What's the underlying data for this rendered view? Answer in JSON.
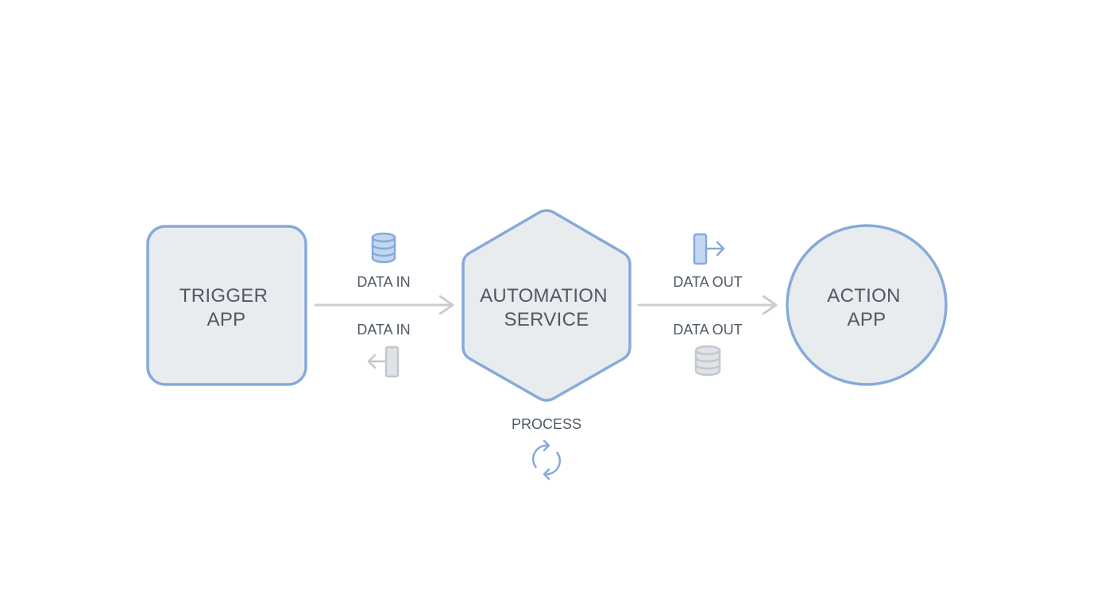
{
  "colors": {
    "node_fill": "#e9ecef",
    "node_stroke": "#85aadb",
    "text": "#4f5864",
    "arrow": "#c9cdd2",
    "icon_blue_fill": "#c4d7f1",
    "icon_blue_stroke": "#85aadb",
    "icon_gray_fill": "#dfe2e6",
    "icon_gray_stroke": "#c3c8ce"
  },
  "nodes": {
    "trigger": {
      "shape": "rounded-square",
      "line1": "TRIGGER",
      "line2": "APP"
    },
    "automation": {
      "shape": "hexagon",
      "line1": "AUTOMATION",
      "line2": "SERVICE"
    },
    "action": {
      "shape": "circle",
      "line1": "ACTION",
      "line2": "APP"
    }
  },
  "edges": {
    "left": {
      "top_label": "DATA IN",
      "bottom_label": "DATA IN",
      "top_icon": "database-icon",
      "bottom_icon": "import-arrow-icon"
    },
    "right": {
      "top_label": "DATA OUT",
      "bottom_label": "DATA OUT",
      "top_icon": "export-arrow-icon",
      "bottom_icon": "database-icon"
    }
  },
  "process": {
    "label": "PROCESS",
    "icon": "refresh-cycle-icon"
  }
}
